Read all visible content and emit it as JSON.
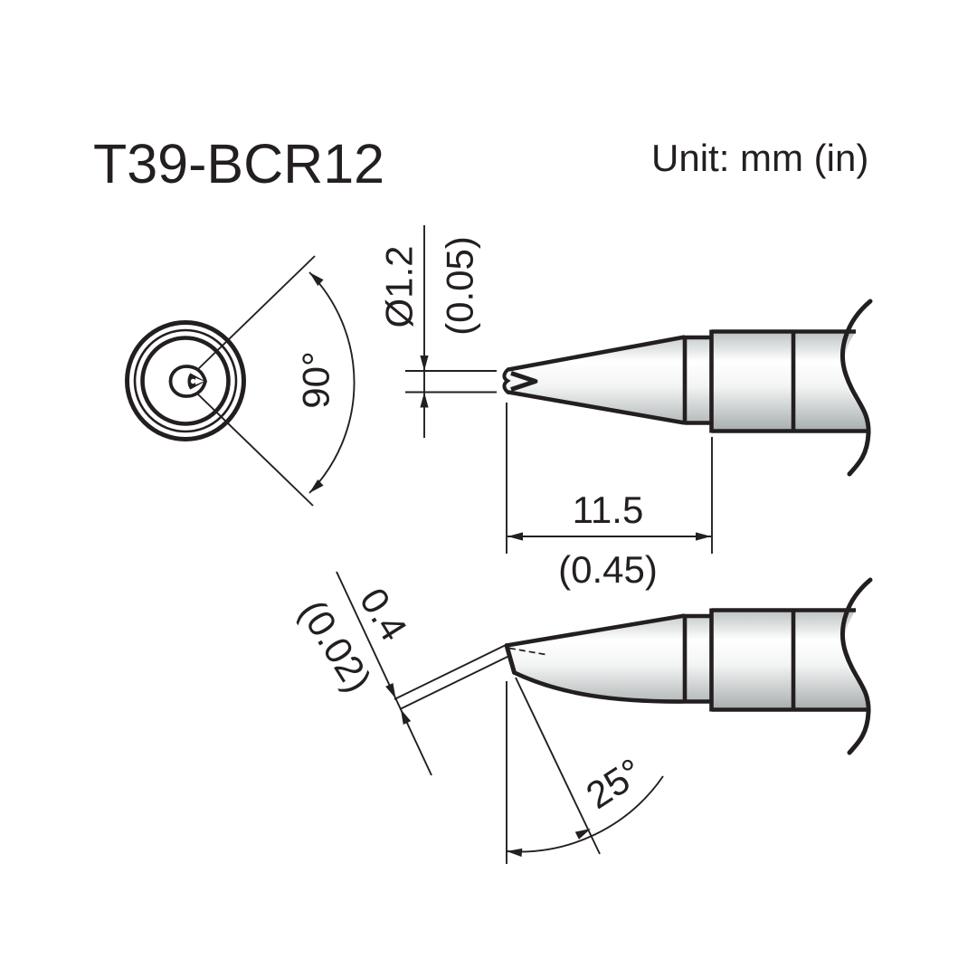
{
  "title": "T39-BCR12",
  "unit_label": "Unit: mm (in)",
  "colors": {
    "ink": "#231f20",
    "background": "#ffffff",
    "metal_top": "#bcc1c1",
    "metal_mid": "#ffffff",
    "metal_bottom": "#a8adad"
  },
  "end_view": {
    "angle_label": "90°"
  },
  "side_view_top": {
    "diameter_mm": "Ø1.2",
    "diameter_in": "(0.05)",
    "length_mm": "11.5",
    "length_in": "(0.45)"
  },
  "side_view_bottom": {
    "edge_width_mm": "0.4",
    "edge_width_in": "(0.02)",
    "angle_label": "25°"
  }
}
